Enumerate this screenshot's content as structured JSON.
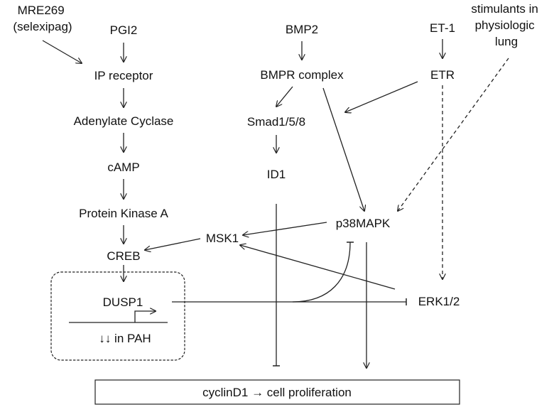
{
  "nodes": {
    "mre269_line1": "MRE269",
    "mre269_line2": "(selexipag)",
    "pgi2": "PGI2",
    "ip_receptor": "IP receptor",
    "adenylate_cyclase": "Adenylate Cyclase",
    "camp": "cAMP",
    "pka": "Protein Kinase A",
    "creb": "CREB",
    "bmp2": "BMP2",
    "bmpr_complex": "BMPR complex",
    "smad": "Smad1/5/8",
    "id1": "ID1",
    "et1": "ET-1",
    "etr": "ETR",
    "stim_line1": "stimulants in",
    "stim_line2": "physiologic",
    "stim_line3": "lung",
    "p38mapk": "p38MAPK",
    "msk1": "MSK1",
    "erk": "ERK1/2",
    "dusp1": "DUSP1",
    "pah_note": "↓↓ in PAH",
    "outcome": "cyclinD1 → cell proliferation"
  }
}
